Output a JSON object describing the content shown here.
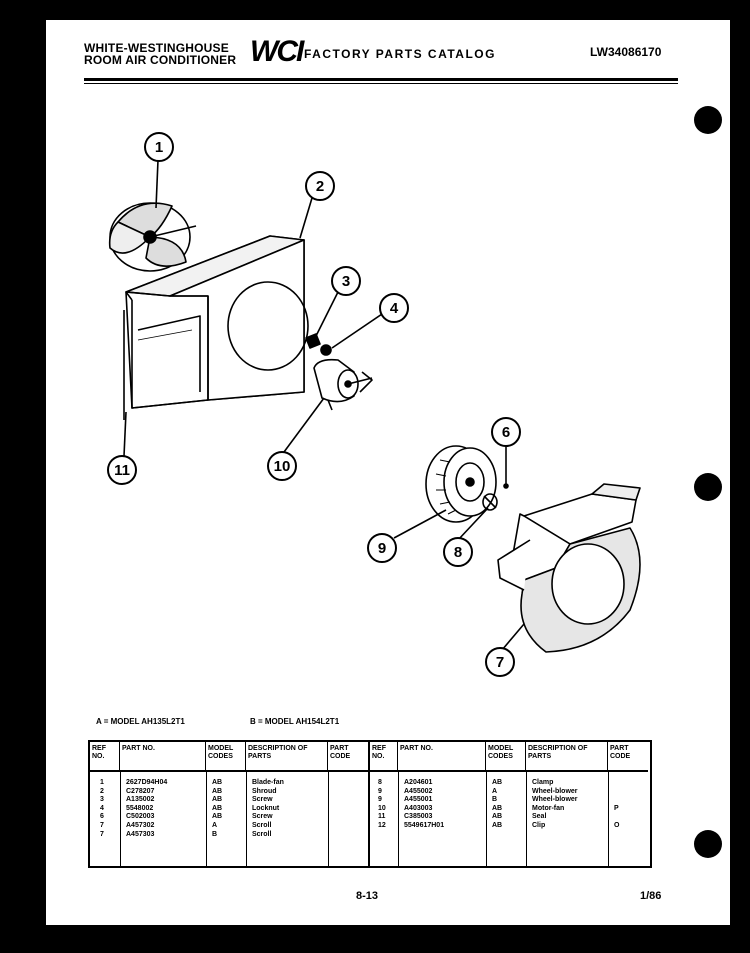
{
  "header": {
    "brand_line1": "WHITE-WESTINGHOUSE",
    "brand_line2": "ROOM AIR CONDITIONER",
    "logo": "WCI",
    "catalog_title": "FACTORY PARTS CATALOG",
    "catalog_number": "LW34086170"
  },
  "diagram": {
    "callouts": [
      "1",
      "2",
      "3",
      "4",
      "10",
      "11",
      "6",
      "9",
      "8",
      "7"
    ]
  },
  "models": {
    "a": "A = MODEL AH135L2T1",
    "b": "B = MODEL AH154L2T1"
  },
  "table": {
    "headers": {
      "ref": "REF NO.",
      "part": "PART NO.",
      "model": "MODEL CODES",
      "desc": "DESCRIPTION OF PARTS",
      "code": "PART CODE"
    },
    "left_rows": [
      {
        "ref": "1",
        "part": "2627D94H04",
        "model": "AB",
        "desc": "Blade-fan",
        "code": ""
      },
      {
        "ref": "2",
        "part": "C278207",
        "model": "AB",
        "desc": "Shroud",
        "code": ""
      },
      {
        "ref": "3",
        "part": "A135002",
        "model": "AB",
        "desc": "Screw",
        "code": ""
      },
      {
        "ref": "4",
        "part": "5548002",
        "model": "AB",
        "desc": "Locknut",
        "code": ""
      },
      {
        "ref": "6",
        "part": "C502003",
        "model": "AB",
        "desc": "Screw",
        "code": ""
      },
      {
        "ref": "7",
        "part": "A457302",
        "model": "A",
        "desc": "Scroll",
        "code": ""
      },
      {
        "ref": "7",
        "part": "A457303",
        "model": "B",
        "desc": "Scroll",
        "code": ""
      }
    ],
    "right_rows": [
      {
        "ref": "8",
        "part": "A204601",
        "model": "AB",
        "desc": "Clamp",
        "code": ""
      },
      {
        "ref": "9",
        "part": "A455002",
        "model": "A",
        "desc": "Wheel-blower",
        "code": ""
      },
      {
        "ref": "9",
        "part": "A455001",
        "model": "B",
        "desc": "Wheel-blower",
        "code": ""
      },
      {
        "ref": "10",
        "part": "A403003",
        "model": "AB",
        "desc": "Motor-fan",
        "code": "P"
      },
      {
        "ref": "11",
        "part": "C385003",
        "model": "AB",
        "desc": "Seal",
        "code": ""
      },
      {
        "ref": "12",
        "part": "5549617H01",
        "model": "AB",
        "desc": "Clip",
        "code": "O"
      }
    ]
  },
  "footer": {
    "page": "8-13",
    "date": "1/86"
  }
}
